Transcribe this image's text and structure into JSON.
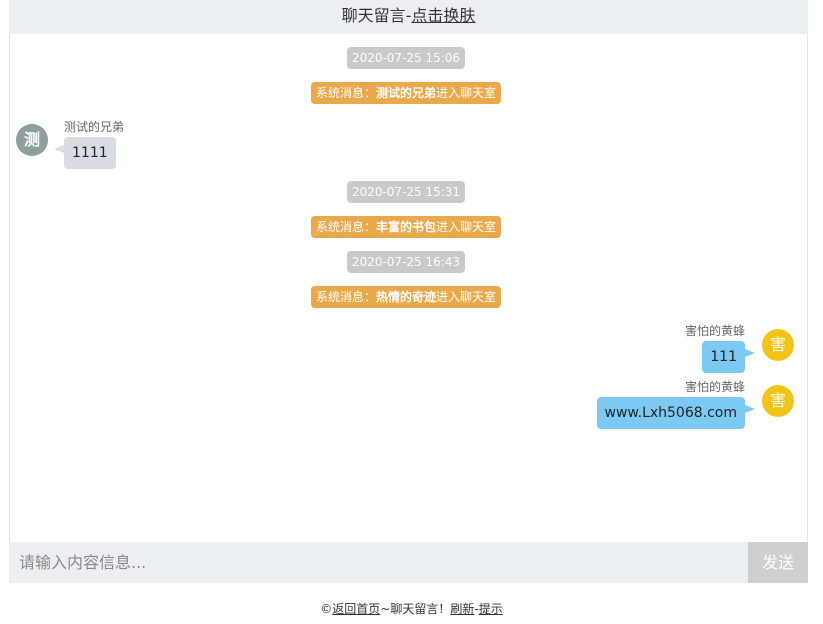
{
  "header": {
    "title": "聊天留言-",
    "skin_link": "点击换肤"
  },
  "messages": {
    "t1": "2020-07-25 15:06",
    "s1": {
      "prefix": "系统消息：",
      "name": "测试的兄弟",
      "suffix": "进入聊天室"
    },
    "m1": {
      "avatar": "测",
      "user": "测试的兄弟",
      "text": "1111"
    },
    "t2": "2020-07-25 15:31",
    "s2": {
      "prefix": "系统消息：",
      "name": "丰富的书包",
      "suffix": "进入聊天室"
    },
    "t3": "2020-07-25 16:43",
    "s3": {
      "prefix": "系统消息：",
      "name": "热情的奇迹",
      "suffix": "进入聊天室"
    },
    "m2": {
      "avatar": "害",
      "user": "害怕的黄蜂",
      "text": "111"
    },
    "m3": {
      "avatar": "害",
      "user": "害怕的黄蜂",
      "text": "www.Lxh5068.com"
    }
  },
  "input": {
    "placeholder": "请输入内容信息...",
    "send_label": "发送"
  },
  "footer": {
    "copyright": "©",
    "home_link": "返回首页",
    "mid": "~聊天留言！",
    "refresh_link": "刷新",
    "dash": "-",
    "tips_link": "提示"
  },
  "colors": {
    "system_pill": "#e9a94b",
    "time_pill": "#c9c9c9",
    "self_bubble": "#7ccaf4",
    "other_bubble": "#d7dde2",
    "self_avatar": "#f0c419"
  }
}
